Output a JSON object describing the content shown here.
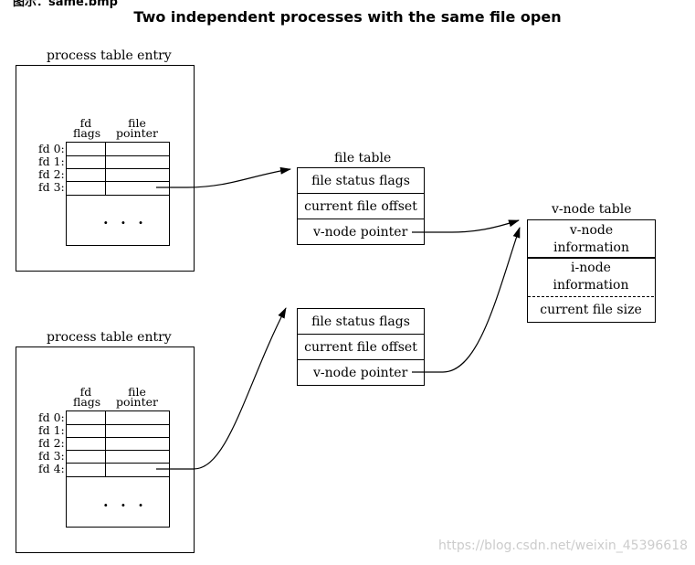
{
  "header": {
    "caption_fragment": "图示：same.bmp",
    "title": "Two independent processes with the same file open"
  },
  "process_entries": [
    {
      "label": "process table entry",
      "col_fd_flags_1": "fd",
      "col_fd_flags_2": "flags",
      "col_file_pointer_1": "file",
      "col_file_pointer_2": "pointer",
      "fds": [
        "fd 0:",
        "fd 1:",
        "fd 2:",
        "fd 3:"
      ],
      "ellipsis": ". . ."
    },
    {
      "label": "process table entry",
      "col_fd_flags_1": "fd",
      "col_fd_flags_2": "flags",
      "col_file_pointer_1": "file",
      "col_file_pointer_2": "pointer",
      "fds": [
        "fd 0:",
        "fd 1:",
        "fd 2:",
        "fd 3:",
        "fd 4:"
      ],
      "ellipsis": ". . ."
    }
  ],
  "file_tables": [
    {
      "label": "file table",
      "rows": [
        "file status flags",
        "current file offset",
        "v-node pointer"
      ]
    },
    {
      "label": "",
      "rows": [
        "file status flags",
        "current file offset",
        "v-node pointer"
      ]
    }
  ],
  "vnode_table": {
    "label": "v-node table",
    "vnode_info_1": "v-node",
    "vnode_info_2": "information",
    "inode_info_1": "i-node",
    "inode_info_2": "information",
    "size_row": "current file size"
  },
  "watermark": "https://blog.csdn.net/weixin_45396618"
}
